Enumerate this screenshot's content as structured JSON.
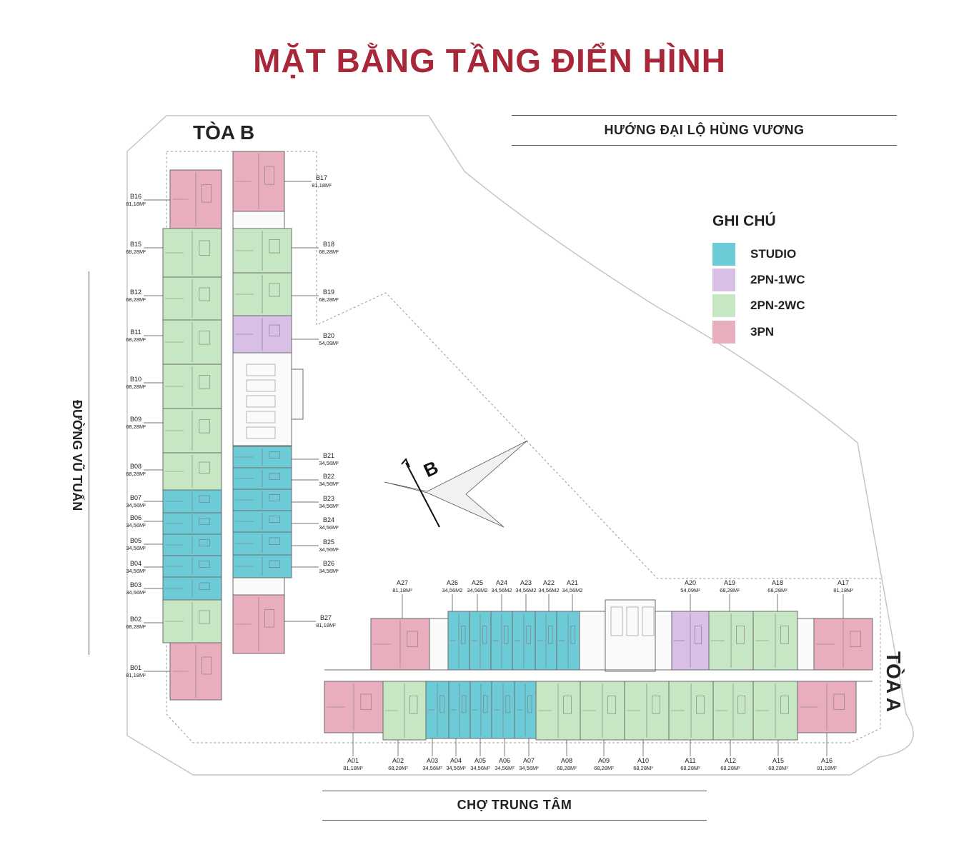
{
  "title": "MẶT BẰNG TẦNG ĐIỂN HÌNH",
  "colors": {
    "title": "#a8283a",
    "studio": "#6ccbd6",
    "2pn1wc": "#d7bfe6",
    "2pn2wc": "#c7e6c3",
    "3pn": "#e9aebe",
    "site_outline": "#c5c5c5"
  },
  "roads": {
    "top": "HƯỚNG ĐẠI LỘ HÙNG VƯƠNG",
    "bottom": "CHỢ TRUNG TÂM",
    "left": "ĐƯỜNG VŨ TUẤN"
  },
  "towers": {
    "b": "TÒA B",
    "a": "TÒA A"
  },
  "compass": {
    "label": "B"
  },
  "legend": {
    "title": "GHI CHÚ",
    "items": [
      {
        "label": "STUDIO",
        "type": "studio"
      },
      {
        "label": "2PN-1WC",
        "type": "2pn1wc"
      },
      {
        "label": "2PN-2WC",
        "type": "2pn2wc"
      },
      {
        "label": "3PN",
        "type": "3pn"
      }
    ]
  },
  "units_b": [
    {
      "code": "B16",
      "area": "81,18M²",
      "type": "3pn"
    },
    {
      "code": "B15",
      "area": "68,28M²",
      "type": "2pn2wc"
    },
    {
      "code": "B12",
      "area": "68,28M²",
      "type": "2pn2wc"
    },
    {
      "code": "B11",
      "area": "68,28M²",
      "type": "2pn2wc"
    },
    {
      "code": "B10",
      "area": "68,28M²",
      "type": "2pn2wc"
    },
    {
      "code": "B09",
      "area": "68,28M²",
      "type": "2pn2wc"
    },
    {
      "code": "B08",
      "area": "68,28M²",
      "type": "2pn2wc"
    },
    {
      "code": "B07",
      "area": "34,56M²",
      "type": "studio"
    },
    {
      "code": "B06",
      "area": "34,56M²",
      "type": "studio"
    },
    {
      "code": "B05",
      "area": "34,56M²",
      "type": "studio"
    },
    {
      "code": "B04",
      "area": "34,56M²",
      "type": "studio"
    },
    {
      "code": "B03",
      "area": "34,56M²",
      "type": "studio"
    },
    {
      "code": "B02",
      "area": "68,28M²",
      "type": "2pn2wc"
    },
    {
      "code": "B01",
      "area": "81,18M²",
      "type": "3pn"
    },
    {
      "code": "B17",
      "area": "81,18M²",
      "type": "3pn"
    },
    {
      "code": "B18",
      "area": "68,28M²",
      "type": "2pn2wc"
    },
    {
      "code": "B19",
      "area": "68,28M²",
      "type": "2pn2wc"
    },
    {
      "code": "B20",
      "area": "54,09M²",
      "type": "2pn1wc"
    },
    {
      "code": "B21",
      "area": "34,56M²",
      "type": "studio"
    },
    {
      "code": "B22",
      "area": "34,56M²",
      "type": "studio"
    },
    {
      "code": "B23",
      "area": "34,56M²",
      "type": "studio"
    },
    {
      "code": "B24",
      "area": "34,56M²",
      "type": "studio"
    },
    {
      "code": "B25",
      "area": "34,56M²",
      "type": "studio"
    },
    {
      "code": "B26",
      "area": "34,56M²",
      "type": "studio"
    },
    {
      "code": "B27",
      "area": "81,18M²",
      "type": "3pn"
    }
  ],
  "units_a": [
    {
      "code": "A27",
      "area": "81,18M²",
      "type": "3pn"
    },
    {
      "code": "A26",
      "area": "34,56M2",
      "type": "studio"
    },
    {
      "code": "A25",
      "area": "34,56M2",
      "type": "studio"
    },
    {
      "code": "A24",
      "area": "34,56M2",
      "type": "studio"
    },
    {
      "code": "A23",
      "area": "34,56M2",
      "type": "studio"
    },
    {
      "code": "A22",
      "area": "34,56M2",
      "type": "studio"
    },
    {
      "code": "A21",
      "area": "34,56M2",
      "type": "studio"
    },
    {
      "code": "A20",
      "area": "54,09M²",
      "type": "2pn1wc"
    },
    {
      "code": "A19",
      "area": "68,28M²",
      "type": "2pn2wc"
    },
    {
      "code": "A18",
      "area": "68,28M²",
      "type": "2pn2wc"
    },
    {
      "code": "A17",
      "area": "81,18M²",
      "type": "3pn"
    },
    {
      "code": "A01",
      "area": "81,18M²",
      "type": "3pn"
    },
    {
      "code": "A02",
      "area": "68,28M²",
      "type": "2pn2wc"
    },
    {
      "code": "A03",
      "area": "34,56M²",
      "type": "studio"
    },
    {
      "code": "A04",
      "area": "34,56M²",
      "type": "studio"
    },
    {
      "code": "A05",
      "area": "34,56M²",
      "type": "studio"
    },
    {
      "code": "A06",
      "area": "34,56M²",
      "type": "studio"
    },
    {
      "code": "A07",
      "area": "34,56M²",
      "type": "studio"
    },
    {
      "code": "A08",
      "area": "68,28M²",
      "type": "2pn2wc"
    },
    {
      "code": "A09",
      "area": "68,28M²",
      "type": "2pn2wc"
    },
    {
      "code": "A10",
      "area": "68,28M²",
      "type": "2pn2wc"
    },
    {
      "code": "A11",
      "area": "68,28M²",
      "type": "2pn2wc"
    },
    {
      "code": "A12",
      "area": "68,28M²",
      "type": "2pn2wc"
    },
    {
      "code": "A15",
      "area": "68,28M²",
      "type": "2pn2wc"
    },
    {
      "code": "A16",
      "area": "81,18M²",
      "type": "3pn"
    }
  ]
}
